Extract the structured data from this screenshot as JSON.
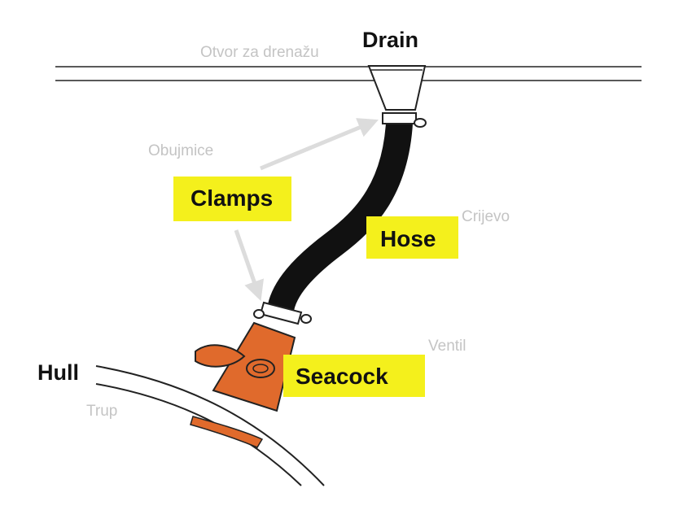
{
  "labels": {
    "drain": "Drain",
    "drain_translation": "Otvor za drenažu",
    "clamps": "Clamps",
    "clamps_translation": "Obujmice",
    "hose": "Hose",
    "hose_translation": "Crijevo",
    "seacock": "Seacock",
    "seacock_translation": "Ventil",
    "hull": "Hull",
    "hull_translation": "Trup"
  },
  "colors": {
    "highlight": "#f4f01c",
    "hose": "#111111",
    "seacock": "#e06a2c",
    "translation_text": "#c4c4c4",
    "arrow": "#dcdcdc"
  }
}
